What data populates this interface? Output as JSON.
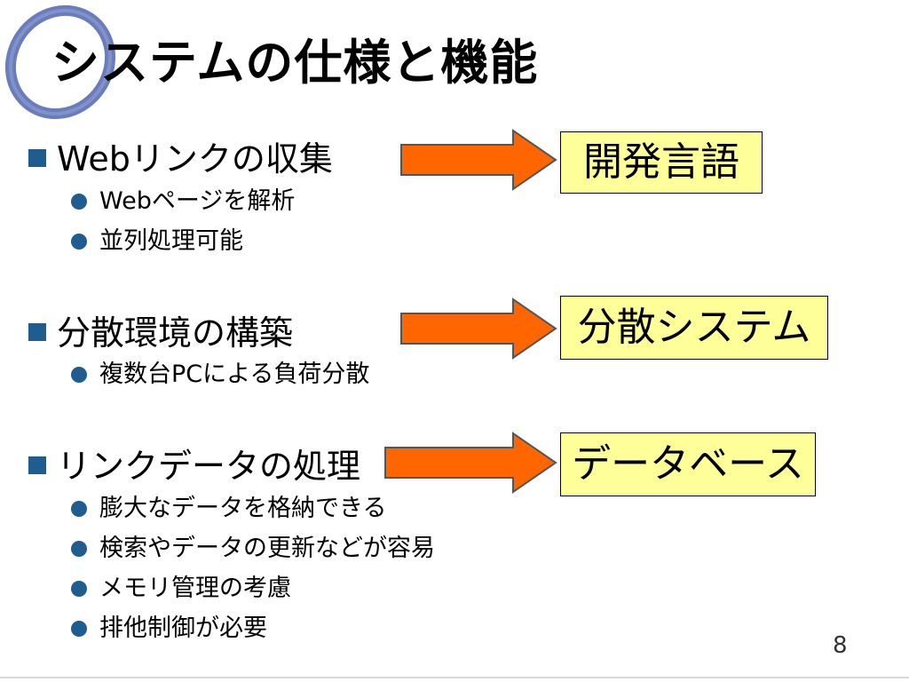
{
  "slide": {
    "title": "システムの仕様と機能",
    "sections": [
      {
        "heading": "Webリンクの収集",
        "bullets": [
          "Webページを解析",
          "並列処理可能"
        ],
        "result": "開発言語"
      },
      {
        "heading": "分散環境の構築",
        "bullets": [
          "複数台PCによる負荷分散"
        ],
        "result": "分散システム"
      },
      {
        "heading": "リンクデータの処理",
        "bullets": [
          "膨大なデータを格納できる",
          "検索やデータの更新などが容易",
          "メモリ管理の考慮",
          "排他制御が必要"
        ],
        "result": "データベース"
      }
    ],
    "page_number": "8"
  },
  "colors": {
    "bullet": "#1f5c8f",
    "arrow_fill": "#ff6600",
    "box_fill": "#ffff99",
    "swoosh": "#5a6fb3"
  }
}
